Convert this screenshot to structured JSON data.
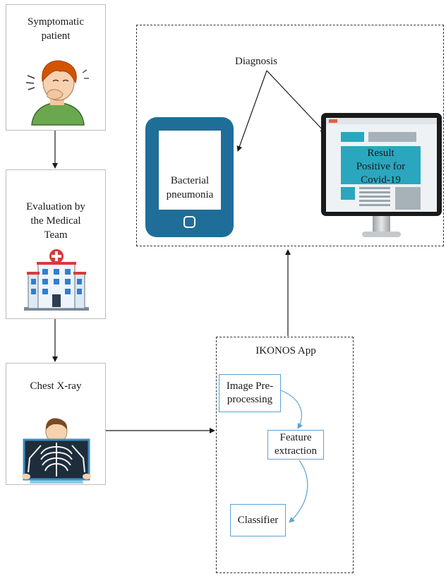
{
  "patient_box": {
    "label": "Symptomatic\npatient",
    "illustration": "coughing-person-icon"
  },
  "evaluation_box": {
    "label": "Evaluation by\nthe Medical\nTeam",
    "illustration": "hospital-building-icon"
  },
  "xray_box": {
    "label": "Chest X-ray",
    "illustration": "xray-patient-icon"
  },
  "app": {
    "title": "IKONOS App",
    "steps": [
      "Image Pre-\nprocessing",
      "Feature\nextraction",
      "Classifier"
    ]
  },
  "diagnosis": {
    "label": "Diagnosis",
    "tablet_text": "Bacterial\npneumonia",
    "monitor_text": "Result\nPositive for\nCovid-19"
  },
  "colors": {
    "step_border": "#5aa3d6",
    "tablet_blue": "#1f6e99",
    "monitor_teal": "#2aa7be"
  }
}
